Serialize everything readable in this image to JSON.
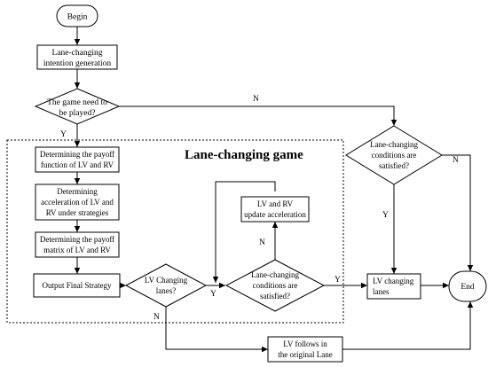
{
  "diagram": {
    "group_title": "Lane-changing game",
    "nodes": {
      "begin": "Begin",
      "intention": [
        "Lane-changing",
        "intention generation"
      ],
      "game_decision": [
        "The game need to",
        "be played?"
      ],
      "payoff_function": [
        "Determining the payoff",
        "function of LV and RV"
      ],
      "acceleration": [
        "Determining",
        "acceleration of LV and",
        "RV under strategies"
      ],
      "payoff_matrix": [
        "Determining the payoff",
        "matrix of LV and RV"
      ],
      "final_strategy": "Output Final Strategy",
      "lv_changing_decision": [
        "LV Changing",
        "lanes?"
      ],
      "conditions_inner": [
        "Lane-changing",
        "conditions are",
        "satisfied?"
      ],
      "update_acceleration": [
        "LV and RV",
        "update acceleration"
      ],
      "conditions_outer": [
        "Lane-changing",
        "conditions are",
        "satisfied?"
      ],
      "lv_changing_lanes": [
        "LV  changing",
        "lanes"
      ],
      "lv_follows": [
        "LV follows in",
        "the original Lane"
      ],
      "end": "End"
    },
    "edge_labels": {
      "game_no": "N",
      "game_yes": "Y",
      "outer_no": "N",
      "outer_yes": "Y",
      "lv_yes": "Y",
      "lv_no": "N",
      "inner_yes": "Y",
      "inner_no": "N"
    }
  }
}
